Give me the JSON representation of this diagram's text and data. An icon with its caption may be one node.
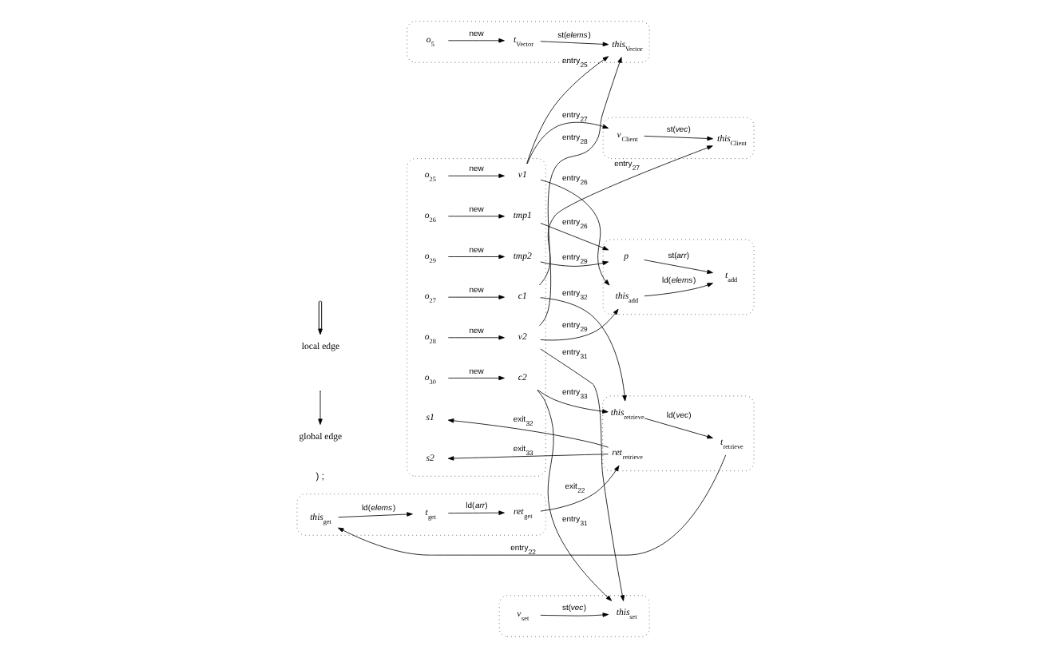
{
  "diagram": {
    "nodes": [
      {
        "text": [],
        "shape": "box"
      },
      {
        "text": [
          "*this*$_{Vector}$"
        ],
        "in": 0
      },
      {
        "text": [
          "*t*$_{Vector}$"
        ],
        "in": 0
      },
      {
        "text": [
          "*o*$_{5}$"
        ],
        "in": 0
      },
      {
        "text": [],
        "shape": "box"
      },
      {
        "text": [
          "*v*$_{Client}$"
        ],
        "in": 4
      },
      {
        "text": [
          "*this*$_{Client}$"
        ],
        "in": 4
      },
      {
        "text": [],
        "shape": "box"
      },
      {
        "text": [
          "*v*$_{set}$"
        ],
        "in": 7
      },
      {
        "text": [
          "*this*$_{set}$"
        ],
        "in": 7
      },
      {
        "text": [],
        "shape": "box"
      },
      {
        "text": [
          "*this*$_{retrieve}$"
        ],
        "in": 10
      },
      {
        "text": [
          "*t*$_{retrieve}$"
        ],
        "in": 10
      },
      {
        "text": [
          "*ret*$_{retrieve}$"
        ],
        "in": 10
      },
      {
        "text": [],
        "shape": "box"
      },
      {
        "text": [
          "*v1*"
        ],
        "in": 14
      },
      {
        "text": [
          "*o*$_{25}$"
        ],
        "in": 14
      },
      {
        "text": [
          "*o*$_{27}$"
        ],
        "in": 14
      },
      {
        "text": [
          "*c1*"
        ],
        "in": 14
      },
      {
        "text": [
          "*v2*"
        ],
        "in": 14
      },
      {
        "text": [
          "*o*$_{28}$"
        ],
        "in": 14
      },
      {
        "text": [
          "*o*$_{30}$"
        ],
        "in": 14
      },
      {
        "text": [
          "*c2*"
        ],
        "in": 14
      },
      {
        "text": [
          "*tmp1*"
        ],
        "in": 14
      },
      {
        "text": [
          "*o*$_{26}$"
        ],
        "in": 14
      },
      {
        "text": [
          "*tmp2*"
        ],
        "in": 14
      },
      {
        "text": [
          "*o*$_{29}$"
        ],
        "in": 14
      },
      {
        "text": [
          "*s1*"
        ],
        "in": 14
      },
      {
        "text": [
          "*s2*"
        ],
        "in": 14
      },
      {
        "text": [],
        "shape": "box"
      },
      {
        "text": [
          "*this*$_{add}$"
        ],
        "in": 29
      },
      {
        "text": [
          "*t*$_{add}$"
        ],
        "in": 29
      },
      {
        "text": [
          "*p*"
        ],
        "in": 29
      },
      {
        "text": [],
        "shape": "box"
      },
      {
        "text": [
          "*ret*$_{get}$"
        ],
        "in": 33
      },
      {
        "text": [
          "*t*$_{get}$"
        ],
        "in": 33
      },
      {
        "text": [
          "*this*$_{get}$"
        ],
        "in": 33
      }
    ],
    "edges": [
      {
        "from": 3,
        "to": 2,
        "arrow": "to",
        "label": "new"
      },
      {
        "from": 2,
        "to": 1,
        "arrow": "to",
        "label": "st(*elems*)"
      },
      {
        "from": 5,
        "to": 6,
        "arrow": "to",
        "label": "st(*vec*)"
      },
      {
        "from": 8,
        "to": 9,
        "arrow": "to",
        "label": "st(*vec*)"
      },
      {
        "from": 11,
        "to": 12,
        "arrow": "to",
        "label": "ld(*vec*)"
      },
      {
        "from": 16,
        "to": 15,
        "arrow": "to",
        "label": "new"
      },
      {
        "from": 17,
        "to": 18,
        "arrow": "to",
        "label": "new"
      },
      {
        "from": 20,
        "to": 19,
        "arrow": "to",
        "label": "new"
      },
      {
        "from": 21,
        "to": 22,
        "arrow": "to",
        "label": "new"
      },
      {
        "from": 24,
        "to": 23,
        "arrow": "to",
        "label": "new"
      },
      {
        "from": 26,
        "to": 25,
        "arrow": "to",
        "label": "new"
      },
      {
        "from": 30,
        "to": 31,
        "arrow": "to",
        "label": "ld(*elems*)"
      },
      {
        "from": 32,
        "to": 31,
        "arrow": "to",
        "label": "st(*arr*)"
      },
      {
        "from": 36,
        "to": 35,
        "arrow": "to",
        "label": "ld(*elems*)"
      },
      {
        "from": 35,
        "to": 34,
        "arrow": "to",
        "label": "ld(*arr*)"
      },
      {
        "from": 15,
        "to": 1,
        "arrow": "to",
        "label": "entry$_{25}$"
      },
      {
        "from": 15,
        "to": 5,
        "arrow": "to",
        "label": "entry$_{27}$"
      },
      {
        "from": 18,
        "to": 6,
        "arrow": "to",
        "label": "entry$_{27}$"
      },
      {
        "from": 19,
        "to": 1,
        "arrow": "to",
        "label": "entry$_{28}$"
      },
      {
        "from": 19,
        "to": 30,
        "arrow": "to",
        "label": "entry$_{29}$"
      },
      {
        "from": 15,
        "to": 30,
        "arrow": "to",
        "label": "entry$_{26}$"
      },
      {
        "from": 19,
        "to": 9,
        "arrow": "to",
        "label": "entry$_{31}$"
      },
      {
        "from": 22,
        "to": 9,
        "arrow": "to",
        "label": "entry$_{31}$"
      },
      {
        "from": 18,
        "to": 11,
        "arrow": "to",
        "label": "entry$_{32}$"
      },
      {
        "from": 22,
        "to": 11,
        "arrow": "to",
        "label": "entry$_{33}$"
      },
      {
        "from": 13,
        "to": 27,
        "arrow": "to",
        "label": "exit$_{32}$"
      },
      {
        "from": 13,
        "to": 28,
        "arrow": "to",
        "label": "exit$_{33}$"
      },
      {
        "from": 34,
        "to": 13,
        "arrow": "to",
        "label": "exit$_{22}$"
      },
      {
        "from": 12,
        "to": 36,
        "arrow": "to",
        "label": "entry$_{22}$"
      },
      {
        "from": 23,
        "to": 32,
        "arrow": "to",
        "label": "entry$_{26}$"
      },
      {
        "from": 25,
        "to": 32,
        "arrow": "to",
        "label": "entry$_{29}$"
      }
    ],
    "labels": [
      ") ;"
    ],
    "legend": [
      {
        "text": "local edge"
      },
      {
        "text": "global edge"
      }
    ]
  }
}
